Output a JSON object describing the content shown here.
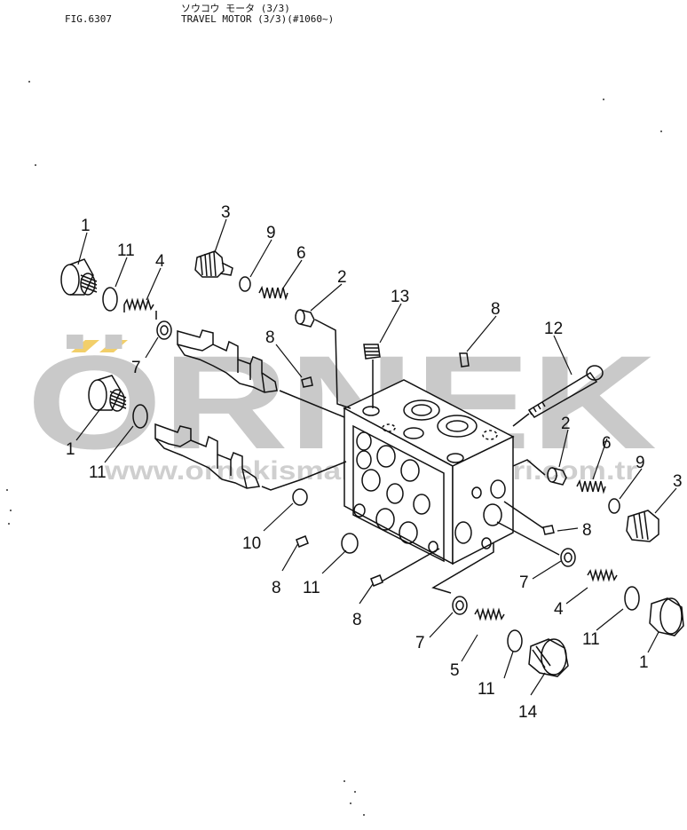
{
  "header": {
    "fig_label": "FIG.6307",
    "title_jp": "ソウコウ モータ (3/3)",
    "title": "TRAVEL MOTOR (3/3)(#1060~)"
  },
  "watermark": {
    "brand": "ÖRNEK",
    "url": "www.ornekismakinaparcalari.com.tr"
  },
  "callouts": [
    "1",
    "11",
    "4",
    "7",
    "3",
    "9",
    "6",
    "2",
    "13",
    "8",
    "8",
    "12",
    "1",
    "11",
    "10",
    "8",
    "11",
    "8",
    "2",
    "6",
    "9",
    "3",
    "8",
    "7",
    "4",
    "11",
    "1",
    "7",
    "5",
    "11",
    "14"
  ],
  "colors": {
    "line": "#111111",
    "watermark": "#c9c9c9",
    "accent": "#f2cf6a"
  }
}
